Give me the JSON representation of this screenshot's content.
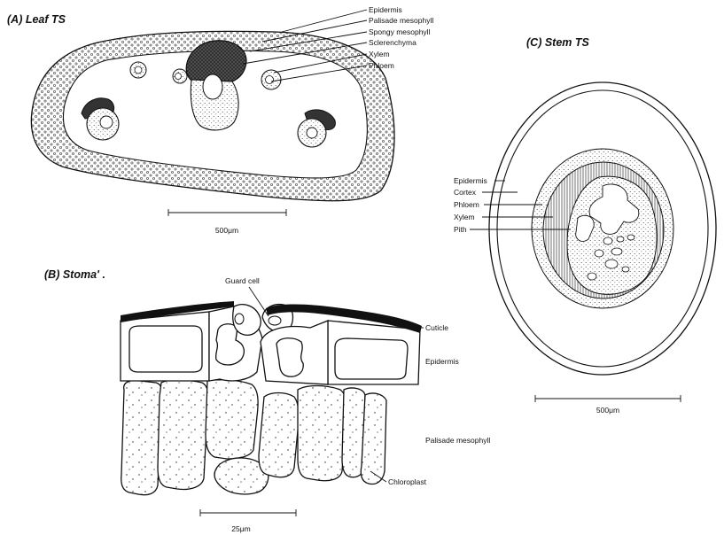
{
  "panels": {
    "leaf": {
      "title": "(A) Leaf TS",
      "labels": [
        "Epidermis",
        "Palisade mesophyll",
        "Spongy mesophyll",
        "Sclerenchyma",
        "Xylem",
        "Phloem"
      ],
      "scale": "500μm"
    },
    "stoma": {
      "title": "(B) Stoma' .",
      "labels": {
        "guard_cell": "Guard cell",
        "cuticle": "Cuticle",
        "epidermis": "Epidermis",
        "palisade": "Palisade mesophyll",
        "chloroplast": "Chloroplast"
      },
      "scale": "25μm"
    },
    "stem": {
      "title": "(C) Stem TS",
      "labels": [
        "Epidermis",
        "Cortex",
        "Phloem",
        "Xylem",
        "Pith"
      ],
      "scale": "500μm"
    }
  }
}
